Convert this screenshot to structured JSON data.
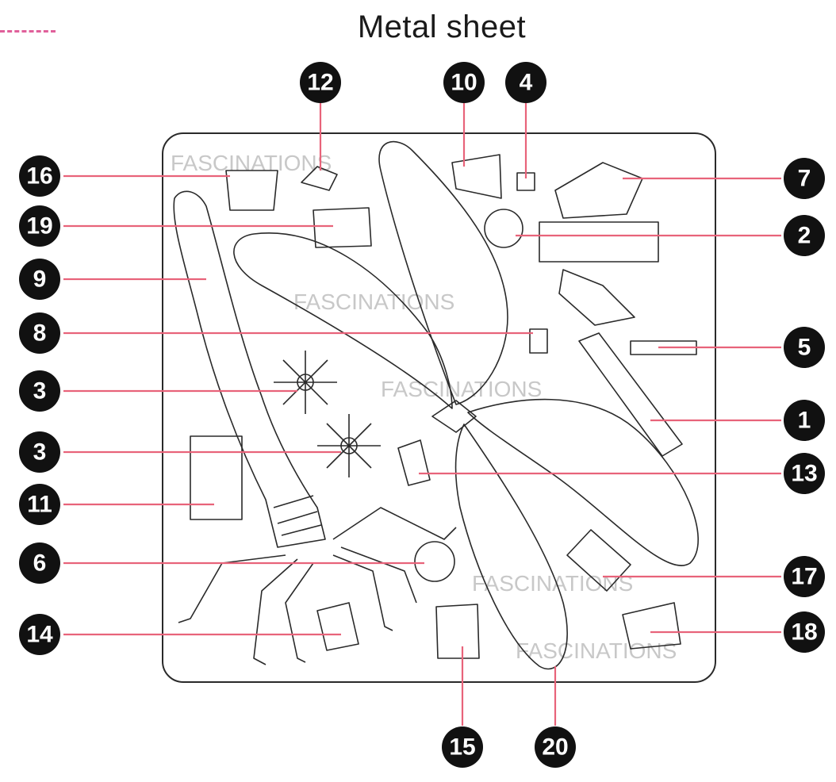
{
  "title": "Metal sheet",
  "colors": {
    "leader": "#e8637a",
    "badge": "#111111",
    "outline": "#2a2a2a",
    "watermark": "#c8c8c8",
    "legend_dash": "#e0609a"
  },
  "watermarks": [
    "FASCINATIONS",
    "FASCINATIONS",
    "FASCINATIONS",
    "FASCINATIONS",
    "FASCINATIONS"
  ],
  "callouts": {
    "left": [
      "16",
      "19",
      "9",
      "8",
      "3",
      "3",
      "11",
      "6",
      "14"
    ],
    "right": [
      "7",
      "2",
      "5",
      "1",
      "13",
      "17",
      "18"
    ],
    "top": [
      "12",
      "10",
      "4"
    ],
    "bottom": [
      "15",
      "20"
    ]
  }
}
